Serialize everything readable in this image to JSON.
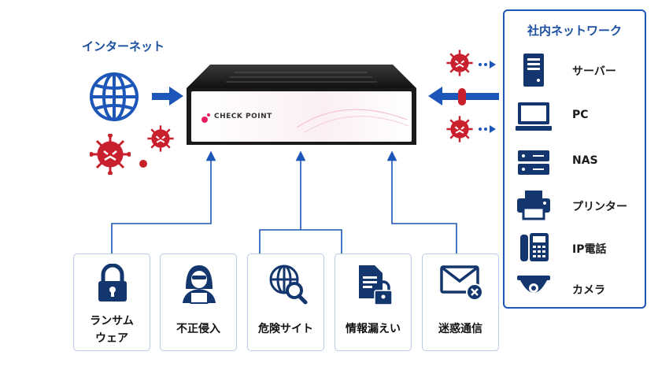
{
  "internet_label": "インターネット",
  "device_brand": "CHECK POINT",
  "network": {
    "title": "社内ネットワーク",
    "items": [
      {
        "label": "サーバー",
        "icon": "server-icon"
      },
      {
        "label": "PC",
        "icon": "pc-icon"
      },
      {
        "label": "NAS",
        "icon": "nas-icon"
      },
      {
        "label": "プリンター",
        "icon": "printer-icon"
      },
      {
        "label": "IP電話",
        "icon": "ip-phone-icon"
      },
      {
        "label": "カメラ",
        "icon": "camera-icon"
      }
    ]
  },
  "threats": [
    {
      "line1": "ランサム",
      "line2": "ウェア",
      "icon": "lock-icon"
    },
    {
      "line1": "不正侵入",
      "line2": "",
      "icon": "hacker-icon"
    },
    {
      "line1": "危険サイト",
      "line2": "",
      "icon": "globe-search-icon"
    },
    {
      "line1": "情報漏えい",
      "line2": "",
      "icon": "document-lock-icon"
    },
    {
      "line1": "迷惑通信",
      "line2": "",
      "icon": "mail-block-icon"
    }
  ],
  "colors": {
    "primary": "#1c56b8",
    "navy": "#13366e",
    "virus": "#c8202c"
  }
}
